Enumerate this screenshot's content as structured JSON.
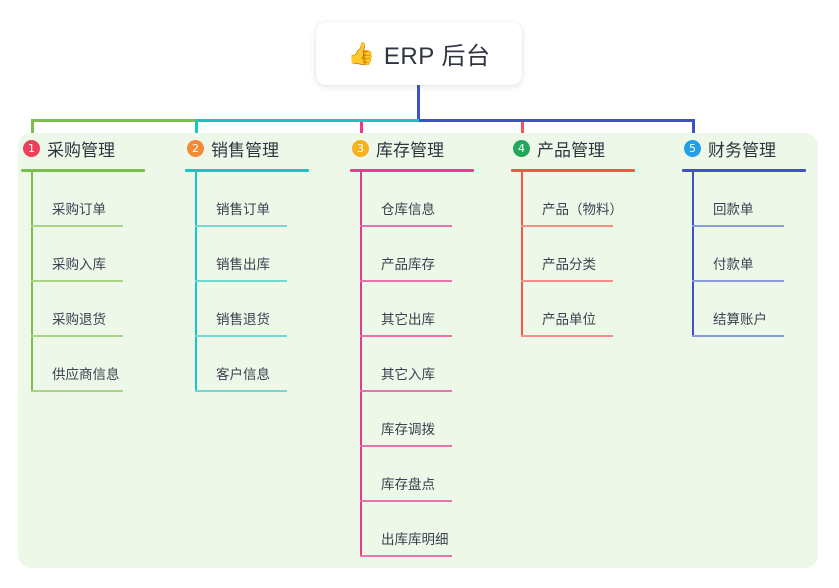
{
  "root": {
    "icon": "thumbs-up-icon",
    "icon_glyph": "👍",
    "title": "ERP 后台"
  },
  "panel": {
    "background_color": "#eef8e8"
  },
  "stem_color": "#4051c4",
  "columns": [
    {
      "index": "1",
      "title": "采购管理",
      "badge_color": "#ee3f5c",
      "line_color": "#7cbf4d",
      "rule_color": "#a9d486",
      "connector_color": "#7cbf4d",
      "items": [
        "采购订单",
        "采购入库",
        "采购退货",
        "供应商信息"
      ]
    },
    {
      "index": "2",
      "title": "销售管理",
      "badge_color": "#f08b38",
      "line_color": "#15c8bf",
      "rule_color": "#73d8d2",
      "connector_color": "#15c8bf",
      "items": [
        "销售订单",
        "销售出库",
        "销售退货",
        "客户信息"
      ]
    },
    {
      "index": "3",
      "title": "库存管理",
      "badge_color": "#f5b21d",
      "line_color": "#e73a91",
      "rule_color": "#ea72ab",
      "connector_color": "#e73a91",
      "items": [
        "仓库信息",
        "产品库存",
        "其它出库",
        "其它入库",
        "库存调拨",
        "库存盘点",
        "出库库明细"
      ]
    },
    {
      "index": "4",
      "title": "产品管理",
      "badge_color": "#22a85c",
      "line_color": "#fa5449",
      "rule_color": "#f78d85",
      "connector_color": "#fa5449",
      "items": [
        "产品（物料）",
        "产品分类",
        "产品单位"
      ]
    },
    {
      "index": "5",
      "title": "财务管理",
      "badge_color": "#20a0e8",
      "line_color": "#3f51c4",
      "rule_color": "#8a9ada",
      "connector_color": "#4051c4",
      "items": [
        "回款单",
        "付款单",
        "结算账户"
      ]
    }
  ]
}
